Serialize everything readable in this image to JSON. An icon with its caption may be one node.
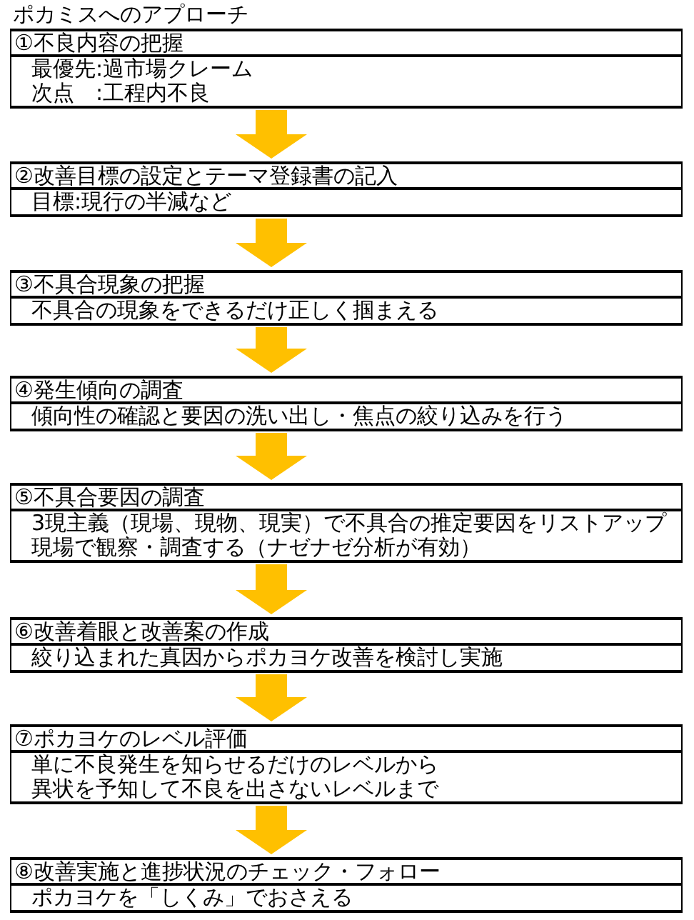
{
  "diagram": {
    "title": "ポカミスへのアプローチ",
    "nodes": [
      {
        "text": [
          "①不良内容の把握",
          "最優先:過市場クレーム",
          "次点　:工程内不良"
        ]
      },
      {
        "text": [
          "②改善目標の設定とテーマ登録書の記入",
          "目標:現行の半減など"
        ]
      },
      {
        "text": [
          "③不具合現象の把握",
          "不具合の現象をできるだけ正しく掴まえる"
        ]
      },
      {
        "text": [
          "④発生傾向の調査",
          "傾向性の確認と要因の洗い出し・焦点の絞り込みを行う"
        ]
      },
      {
        "text": [
          "⑤不具合要因の調査",
          "3現主義（現場、現物、現実）で不具合の推定要因をリストアップ",
          "現場で観察・調査する（ナゼナゼ分析が有効）"
        ]
      },
      {
        "text": [
          "⑥改善着眼と改善案の作成",
          "絞り込まれた真因からポカヨケ改善を検討し実施"
        ]
      },
      {
        "text": [
          "⑦ポカヨケのレベル評価",
          "単に不良発生を知らせるだけのレベルから異状を予知して不良を出さないレベルまで"
        ]
      },
      {
        "text": [
          "⑧改善実施と進捗状況のチェック・フォロー",
          "ポカヨケを「しくみ」でおさえる"
        ]
      }
    ],
    "edges": [
      {
        "from": 0,
        "to": 1,
        "arrow": "to"
      },
      {
        "from": 1,
        "to": 2,
        "arrow": "to"
      },
      {
        "from": 2,
        "to": 3,
        "arrow": "to"
      },
      {
        "from": 3,
        "to": 4,
        "arrow": "to"
      },
      {
        "from": 4,
        "to": 5,
        "arrow": "to"
      },
      {
        "from": 5,
        "to": 6,
        "arrow": "to"
      },
      {
        "from": 6,
        "to": 7,
        "arrow": "to"
      }
    ]
  }
}
